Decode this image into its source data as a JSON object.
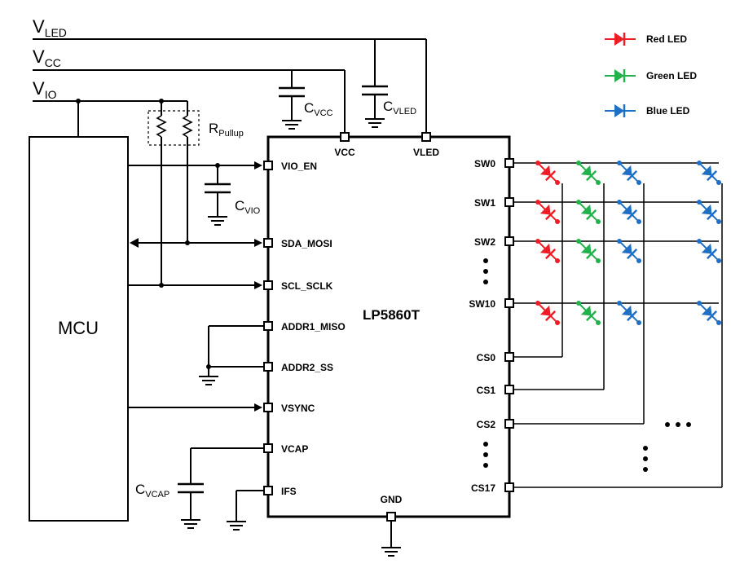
{
  "rails": [
    {
      "main": "V",
      "sub": "LED"
    },
    {
      "main": "V",
      "sub": "CC"
    },
    {
      "main": "V",
      "sub": "IO"
    }
  ],
  "mcu_label": "MCU",
  "chip_label": "LP5860T",
  "left_pins": [
    "VIO_EN",
    "SDA_MOSI",
    "SCL_SCLK",
    "ADDR1_MISO",
    "ADDR2_SS",
    "VSYNC",
    "VCAP",
    "IFS"
  ],
  "top_pins": [
    "VCC",
    "VLED"
  ],
  "bottom_pin": "GND",
  "sw_pins": [
    "SW0",
    "SW1",
    "SW2",
    "SW10"
  ],
  "cs_pins": [
    "CS0",
    "CS1",
    "CS2",
    "CS17"
  ],
  "components": {
    "c_vcc": {
      "main": "C",
      "sub": "VCC"
    },
    "c_vled": {
      "main": "C",
      "sub": "VLED"
    },
    "c_vio": {
      "main": "C",
      "sub": "VIO"
    },
    "c_vcap": {
      "main": "C",
      "sub": "VCAP"
    },
    "r_pullup": {
      "main": "R",
      "sub": "Pullup"
    }
  },
  "legend": [
    {
      "label": "Red LED",
      "color": "#ee1c25"
    },
    {
      "label": "Green LED",
      "color": "#22b14c"
    },
    {
      "label": "Blue LED",
      "color": "#1f6fc4"
    }
  ],
  "led_colors": {
    "red": "#ee1c25",
    "green": "#22b14c",
    "blue": "#1f6fc4"
  }
}
